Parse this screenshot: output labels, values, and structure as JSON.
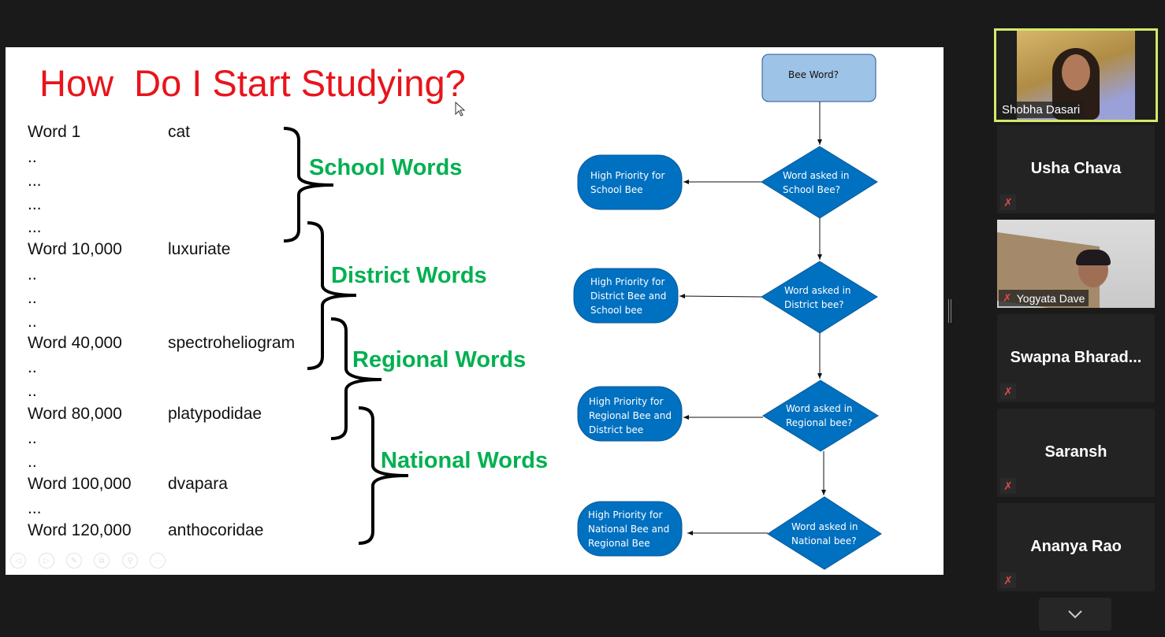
{
  "slide": {
    "title": "How  Do I Start Studying?",
    "words": [
      {
        "label": "Word 1",
        "value": "cat"
      },
      {
        "label": "..",
        "value": ""
      },
      {
        "label": "...",
        "value": ""
      },
      {
        "label": "...",
        "value": ""
      },
      {
        "label": "...",
        "value": ""
      },
      {
        "label": "Word 10,000",
        "value": "luxuriate"
      },
      {
        "label": "..",
        "value": ""
      },
      {
        "label": "..",
        "value": ""
      },
      {
        "label": "..",
        "value": ""
      },
      {
        "label": "Word 40,000",
        "value": "spectroheliogram"
      },
      {
        "label": "..",
        "value": ""
      },
      {
        "label": "..",
        "value": ""
      },
      {
        "label": "Word 80,000",
        "value": "platypodidae"
      },
      {
        "label": "..",
        "value": ""
      },
      {
        "label": "..",
        "value": ""
      },
      {
        "label": "Word 100,000",
        "value": "dvapara"
      },
      {
        "label": "...",
        "value": ""
      },
      {
        "label": "Word 120,000",
        "value": "anthocoridae"
      }
    ],
    "categories": [
      "School Words",
      "District Words",
      "Regional Words",
      "National Words"
    ],
    "flowchart": {
      "start": "Bee Word?",
      "decisions": [
        "Word asked in School Bee?",
        "Word asked in District bee?",
        "Word asked in Regional bee?",
        "Word asked in National bee?"
      ],
      "outcomes": [
        "High Priority for School Bee",
        "High Priority for District Bee and School bee",
        "High Priority for Regional Bee and District bee",
        "High Priority for National Bee and Regional Bee"
      ]
    },
    "controls": [
      "previous-slide",
      "next-slide",
      "pen",
      "switch-view",
      "zoom",
      "more"
    ]
  },
  "participants": [
    {
      "name": "Shobha Dasari",
      "video": true,
      "muted": false,
      "active": true
    },
    {
      "name": "Usha Chava",
      "video": false,
      "muted": true
    },
    {
      "name": "Yogyata Dave",
      "video": true,
      "muted": true
    },
    {
      "name": "Swapna  Bharad...",
      "video": false,
      "muted": true
    },
    {
      "name": "Saransh",
      "video": false,
      "muted": true
    },
    {
      "name": "Ananya Rao",
      "video": false,
      "muted": true
    }
  ],
  "colors": {
    "title": "#e8141b",
    "category": "#00b050",
    "flow": "#0070c0",
    "start": "#9dc3e6",
    "active_border": "#d4ea6b"
  }
}
